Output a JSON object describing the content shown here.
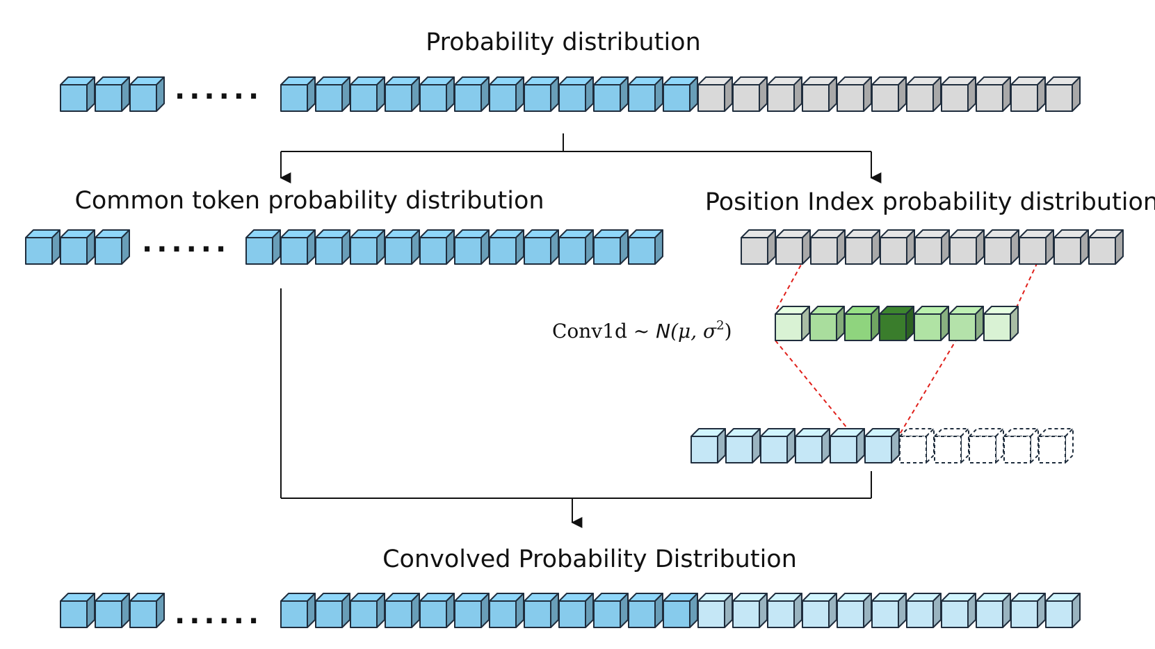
{
  "titles": {
    "top": "Probability distribution",
    "common": "Common token probability distribution",
    "position": "Position Index probability distribution",
    "bottom": "Convolved Probability Distribution"
  },
  "formula": {
    "prefix": "Conv1d ~ ",
    "dist": "N",
    "args": "(μ, σ",
    "power": "2",
    "close": ")"
  },
  "ellipsis": "......",
  "colors": {
    "blue": "#87cbec",
    "light_blue": "#c5e7f6",
    "gray": "#d9d9d9",
    "outline": "#1f2d3d",
    "green_shades": [
      "#d9f2d4",
      "#a9dd9d",
      "#8fd47e",
      "#3a7d2c",
      "#b0e3a4",
      "#b4e2aa",
      "#d9f2d4"
    ],
    "connector_red": "#e0201b"
  },
  "icons": [
    "arrow-down-icon",
    "cube-icon"
  ]
}
